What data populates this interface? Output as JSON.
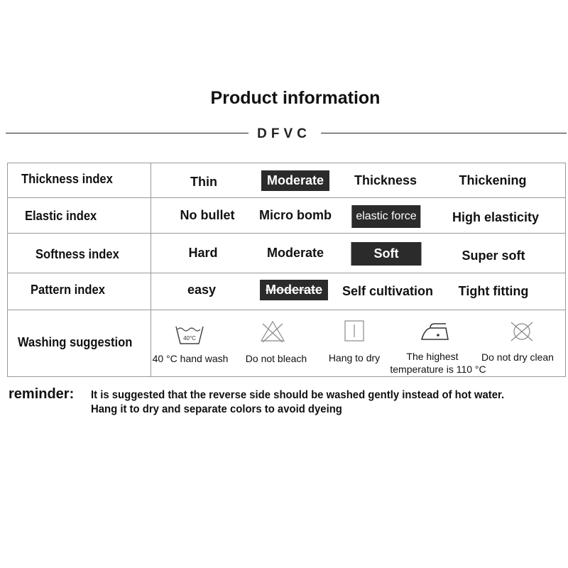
{
  "title": "Product information",
  "brand": "DFVC",
  "rows": [
    {
      "label": "Thickness index",
      "options": [
        "Thin",
        "Moderate",
        "Thickness",
        "Thickening"
      ],
      "selected": 1
    },
    {
      "label": "Elastic index",
      "options": [
        "No bullet",
        "Micro bomb",
        "elastic force",
        "High elasticity"
      ],
      "selected": 2
    },
    {
      "label": "Softness index",
      "options": [
        "Hard",
        "Moderate",
        "Soft",
        "Super soft"
      ],
      "selected": 2
    },
    {
      "label": "Pattern index",
      "options": [
        "easy",
        "Moderate",
        "Self cultivation",
        "Tight fitting"
      ],
      "selected": 1
    }
  ],
  "washing": {
    "label": "Washing suggestion",
    "items": [
      {
        "icon": "hand-wash-40-icon",
        "icon_text": "40°C",
        "label": "40 °C hand wash"
      },
      {
        "icon": "no-bleach-icon",
        "label": "Do not bleach"
      },
      {
        "icon": "hang-dry-icon",
        "label": "Hang to dry"
      },
      {
        "icon": "iron-icon",
        "label": "The highest",
        "label2": "temperature is 110 °C"
      },
      {
        "icon": "no-dry-clean-icon",
        "label": "Do not dry clean"
      }
    ]
  },
  "reminder": {
    "label": "reminder:",
    "line1": "It is suggested that the reverse side should be washed gently instead of hot water.",
    "line2": "Hang it to dry and separate colors to avoid dyeing"
  }
}
